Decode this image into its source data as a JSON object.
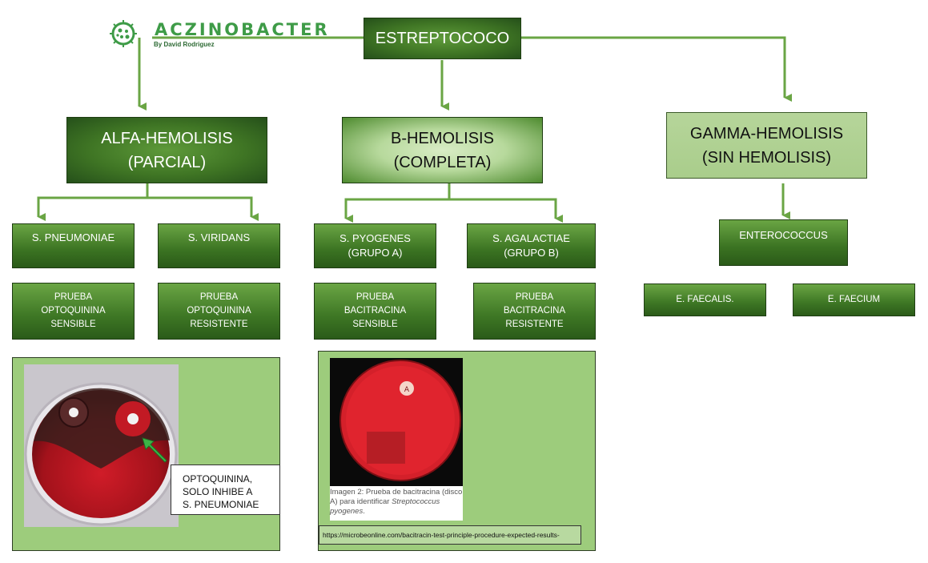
{
  "logo": {
    "name": "ACZINOBACTER",
    "subtitle": "By David Rodriguez"
  },
  "root": {
    "label": "ESTREPTOCOCO"
  },
  "branches": {
    "alfa": {
      "line1": "ALFA-HEMOLISIS",
      "line2": "(PARCIAL)"
    },
    "beta": {
      "line1": "B-HEMOLISIS",
      "line2": "(COMPLETA)"
    },
    "gamma": {
      "line1": "GAMMA-HEMOLISIS",
      "line2": "(SIN HEMOLISIS)"
    }
  },
  "species": {
    "pneumoniae": {
      "line1": "S. PNEUMONIAE"
    },
    "viridans": {
      "line1": "S. VIRIDANS"
    },
    "pyogenes": {
      "line1": "S. PYOGENES",
      "line2": "(GRUPO A)"
    },
    "agalactiae": {
      "line1": "S. AGALACTIAE",
      "line2": "(GRUPO B)"
    },
    "enterococcus": {
      "line1": "ENTEROCOCCUS"
    }
  },
  "tests": {
    "pneumoniae": [
      "PRUEBA",
      "OPTOQUININA",
      "SENSIBLE"
    ],
    "viridans": [
      "PRUEBA",
      "OPTOQUININA",
      "RESISTENTE"
    ],
    "pyogenes": [
      "PRUEBA",
      "BACITRACINA",
      "SENSIBLE"
    ],
    "agalactiae": [
      "PRUEBA",
      "BACITRACINA",
      "RESISTENTE"
    ],
    "faecalis": "E. FAECALIS.",
    "faecium": "E. FAECIUM"
  },
  "left_panel": {
    "callout": [
      "OPTOQUININA,",
      "SOLO INHIBE A",
      "S. PNEUMONIAE"
    ]
  },
  "right_panel": {
    "disc_label": "A",
    "caption_plain": "Imagen 2: Prueba de bacitracina (disco A) para identificar ",
    "caption_italic": "Streptococcus pyogenes",
    "caption_end": ".",
    "url": "https://microbeonline.com/bacitracin-test-principle-procedure-expected-results-"
  },
  "colors": {
    "line": "#6aa544",
    "dark_box": "#3f7524",
    "panel": "#9dcc7c",
    "agar": "#c8202a",
    "logo": "#3e9b47"
  }
}
